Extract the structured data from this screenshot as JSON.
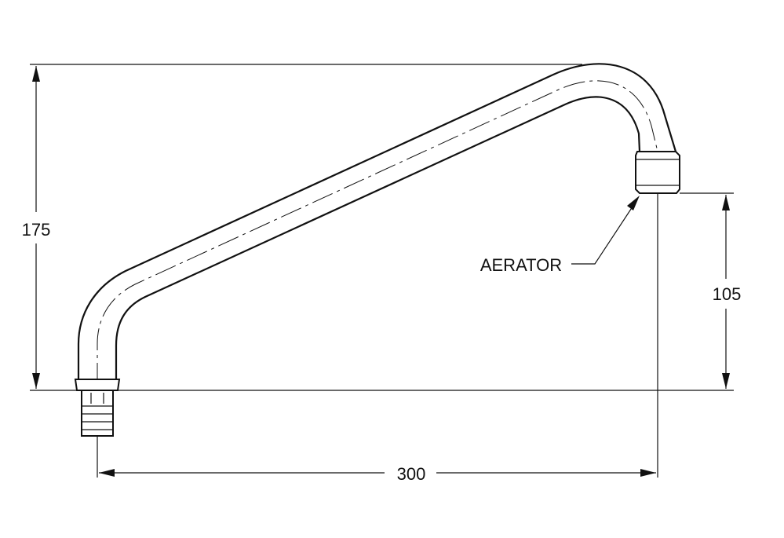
{
  "dimensions": {
    "overall_height": "175",
    "outlet_height": "105",
    "reach": "300"
  },
  "labels": {
    "aerator": "AERATOR"
  }
}
